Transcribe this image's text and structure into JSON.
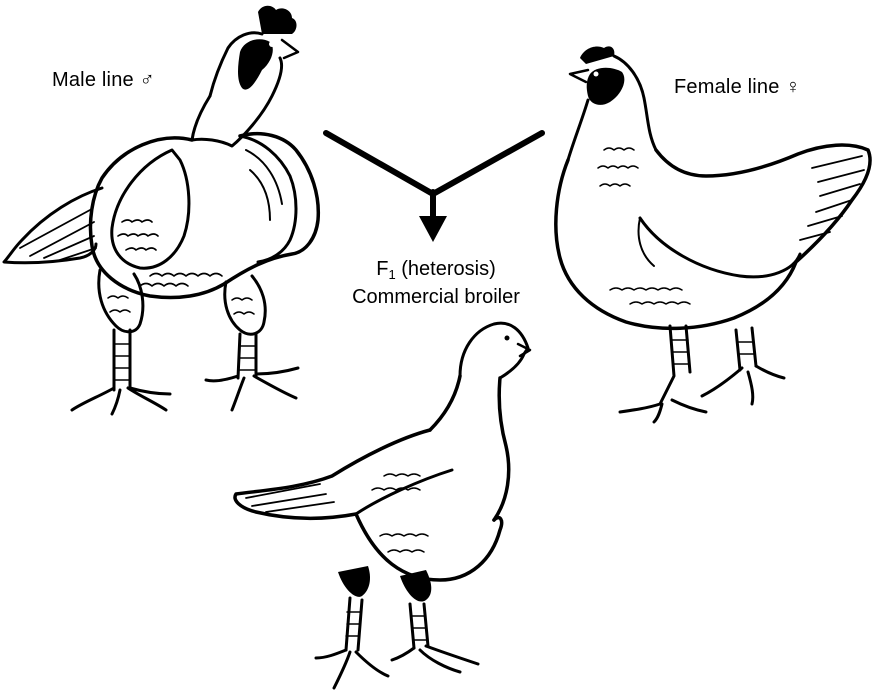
{
  "labels": {
    "male": "Male line",
    "male_symbol": "♂",
    "female": "Female line",
    "female_symbol": "♀",
    "offspring_generation": "F",
    "offspring_generation_sub": "1",
    "offspring_effect": "(heterosis)",
    "offspring_type": "Commercial broiler"
  },
  "illustrations": [
    {
      "id": "male-rooster",
      "icon": "rooster-drawing"
    },
    {
      "id": "female-hen",
      "icon": "hen-drawing"
    },
    {
      "id": "broiler-chick",
      "icon": "broiler-drawing"
    }
  ],
  "arrow": {
    "icon": "cross-merge-arrow",
    "color": "#000000"
  }
}
